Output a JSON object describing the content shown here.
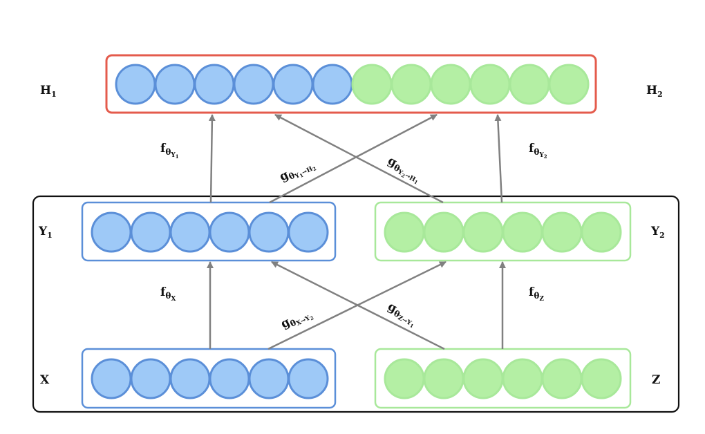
{
  "colors": {
    "blue_fill": "#9ec9f7",
    "blue_stroke": "#5b8fd8",
    "green_fill": "#b4efa4",
    "green_stroke": "#a8e89a",
    "red_stroke": "#e45b4c",
    "outer_stroke": "#111111",
    "arrow": "#808080"
  },
  "layers": {
    "h": {
      "label_left": "H",
      "label_left_sub": "1",
      "label_right": "H",
      "label_right_sub": "2",
      "blue_units": 6,
      "green_units": 6
    },
    "y1": {
      "label": "Y",
      "label_sub": "1",
      "units": 6
    },
    "y2": {
      "label": "Y",
      "label_sub": "2",
      "units": 6
    },
    "x": {
      "label": "X",
      "units": 6
    },
    "z": {
      "label": "Z",
      "units": 6
    }
  },
  "edges": {
    "f_y1": {
      "base": "f",
      "sub": "θ",
      "subsub": "Y",
      "subsubsub": "1"
    },
    "f_y2": {
      "base": "f",
      "sub": "θ",
      "subsub": "Y",
      "subsubsub": "2"
    },
    "g_y1_h2": {
      "base": "g",
      "sub": "θ",
      "subsub": "Y",
      "subsubsub": "1",
      "arrow": "→H",
      "target_sub": "2"
    },
    "g_y2_h1": {
      "base": "g",
      "sub": "θ",
      "subsub": "Y",
      "subsubsub": "2",
      "arrow": "→H",
      "target_sub": "1"
    },
    "f_x": {
      "base": "f",
      "sub": "θ",
      "subsub": "X"
    },
    "f_z": {
      "base": "f",
      "sub": "θ",
      "subsub": "Z"
    },
    "g_x_y2": {
      "base": "g",
      "sub": "θ",
      "subsub": "X→Y",
      "subsubsub": "2"
    },
    "g_z_y1": {
      "base": "g",
      "sub": "θ",
      "subsub": "Z→Y",
      "subsubsub": "1"
    }
  }
}
